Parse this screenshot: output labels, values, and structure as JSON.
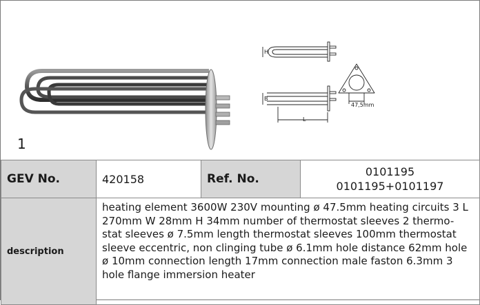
{
  "item": {
    "number": "1"
  },
  "drawing": {
    "height_label": "H",
    "width_label": "B",
    "length_label": "L",
    "flange_label": "47,5mm"
  },
  "table": {
    "gev_label": "GEV No.",
    "gev_value": "420158",
    "ref_label": "Ref. No.",
    "ref_values": [
      "0101195",
      "0101195+0101197"
    ],
    "description_label": "description",
    "description_value": "heating element  3600W 230V mounting ø 47.5mm heating circuits 3 L 270mm W 28mm H 34mm number of thermostat sleeves 2 thermo-stat sleeves ø 7.5mm length thermostat sleeves 100mm thermostat sleeve eccentric, non clinging tube ø 6.1mm hole distance 62mm hole ø 10mm connection length 17mm connection male faston 6.3mm 3 hole flange immersion heater"
  },
  "colors": {
    "label_bg": "#d6d6d6",
    "border": "#8a8a8a"
  }
}
